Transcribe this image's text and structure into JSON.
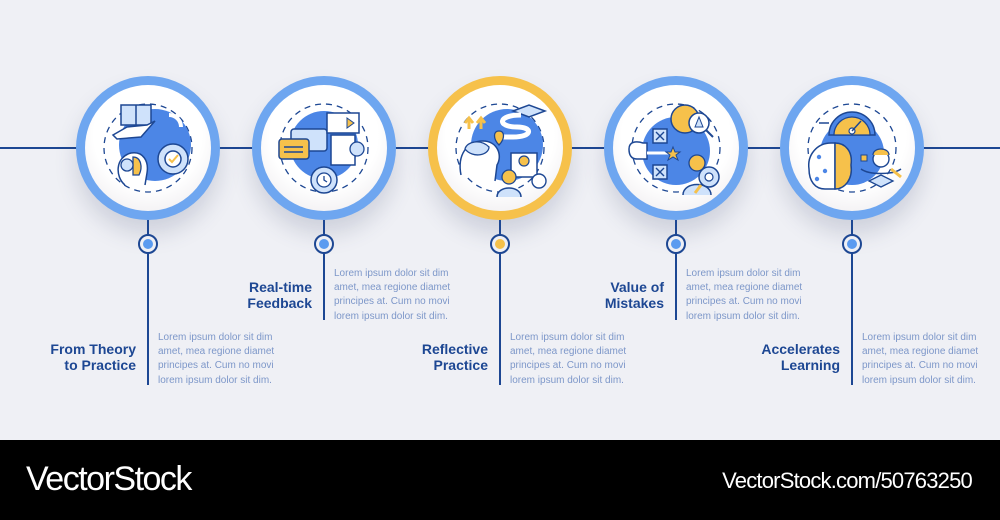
{
  "colors": {
    "background": "#eff0f5",
    "line": "#1d4793",
    "ring_blue": "#6ea6f0",
    "ring_yellow": "#f6c14b",
    "title_text": "#1d4793",
    "desc_text": "#7d97c9",
    "footer_bg": "#000000"
  },
  "steps": [
    {
      "title_line1": "From Theory",
      "title_line2": "to Practice",
      "desc": [
        "Lorem ipsum dolor sit dim",
        "amet, mea regione diamet",
        "principes at. Cum no movi",
        "lorem ipsum dolor sit dim."
      ],
      "icon": "book-hand-brain-gear-icon",
      "accent": "blue"
    },
    {
      "title_line1": "Real-time",
      "title_line2": "Feedback",
      "desc": [
        "Lorem ipsum dolor sit dim",
        "amet, mea regione diamet",
        "principes at. Cum no movi",
        "lorem ipsum dolor sit dim."
      ],
      "icon": "chat-video-checklist-gear-clock-icon",
      "accent": "blue"
    },
    {
      "title_line1": "Reflective",
      "title_line2": "Practice",
      "desc": [
        "Lorem ipsum dolor sit dim",
        "amet, mea regione diamet",
        "principes at. Cum no movi",
        "lorem ipsum dolor sit dim."
      ],
      "icon": "brain-path-graduation-teacher-icon",
      "accent": "yellow"
    },
    {
      "title_line1": "Value of",
      "title_line2": "Mistakes",
      "desc": [
        "Lorem ipsum dolor sit dim",
        "amet, mea regione diamet",
        "principes at. Cum no movi",
        "lorem ipsum dolor sit dim."
      ],
      "icon": "hand-checkbox-gear-magnifier-icon",
      "accent": "blue"
    },
    {
      "title_line1": "Accelerates",
      "title_line2": "Learning",
      "desc": [
        "Lorem ipsum dolor sit dim",
        "amet, mea regione diamet",
        "principes at. Cum no movi",
        "lorem ipsum dolor sit dim."
      ],
      "icon": "speedometer-brain-student-icon",
      "accent": "blue"
    }
  ],
  "footer": {
    "brand": "VectorStock",
    "url": "VectorStock.com/50763250"
  }
}
